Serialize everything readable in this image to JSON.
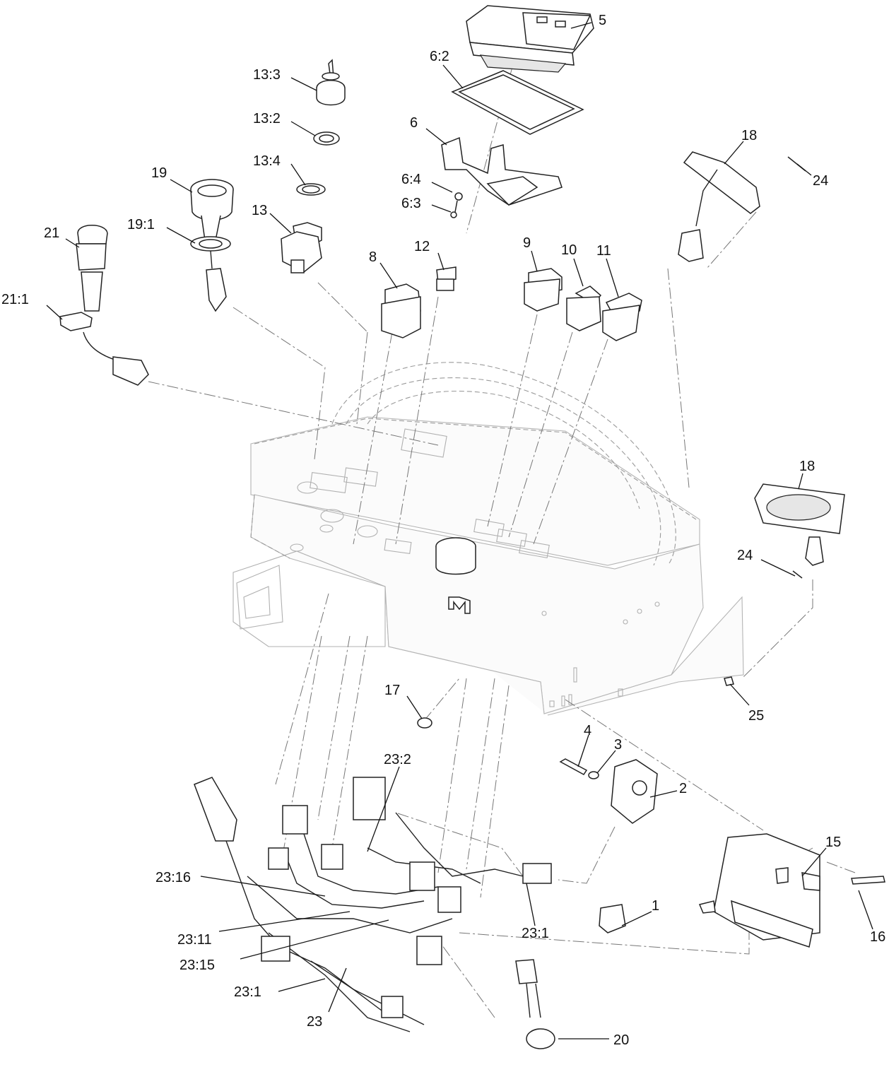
{
  "callouts": [
    {
      "id": "c5",
      "label": "5"
    },
    {
      "id": "c6-2",
      "label": "6:2"
    },
    {
      "id": "c6",
      "label": "6"
    },
    {
      "id": "c6-4",
      "label": "6:4"
    },
    {
      "id": "c6-3",
      "label": "6:3"
    },
    {
      "id": "c13-3",
      "label": "13:3"
    },
    {
      "id": "c13-2",
      "label": "13:2"
    },
    {
      "id": "c13-4",
      "label": "13:4"
    },
    {
      "id": "c13",
      "label": "13"
    },
    {
      "id": "c19",
      "label": "19"
    },
    {
      "id": "c19-1",
      "label": "19:1"
    },
    {
      "id": "c21",
      "label": "21"
    },
    {
      "id": "c21-1",
      "label": "21:1"
    },
    {
      "id": "c8",
      "label": "8"
    },
    {
      "id": "c12",
      "label": "12"
    },
    {
      "id": "c9",
      "label": "9"
    },
    {
      "id": "c10",
      "label": "10"
    },
    {
      "id": "c11",
      "label": "11"
    },
    {
      "id": "c18a",
      "label": "18"
    },
    {
      "id": "c24a",
      "label": "24"
    },
    {
      "id": "c18b",
      "label": "18"
    },
    {
      "id": "c24b",
      "label": "24"
    },
    {
      "id": "c25",
      "label": "25"
    },
    {
      "id": "c17",
      "label": "17"
    },
    {
      "id": "c4",
      "label": "4"
    },
    {
      "id": "c3",
      "label": "3"
    },
    {
      "id": "c2",
      "label": "2"
    },
    {
      "id": "c23-2",
      "label": "23:2"
    },
    {
      "id": "c15",
      "label": "15"
    },
    {
      "id": "c16",
      "label": "16"
    },
    {
      "id": "c23-16",
      "label": "23:16"
    },
    {
      "id": "c23-11",
      "label": "23:11"
    },
    {
      "id": "c23-15",
      "label": "23:15"
    },
    {
      "id": "c23-1a",
      "label": "23:1"
    },
    {
      "id": "c23-1b",
      "label": "23:1"
    },
    {
      "id": "c1",
      "label": "1"
    },
    {
      "id": "c23",
      "label": "23"
    },
    {
      "id": "c20",
      "label": "20"
    }
  ]
}
